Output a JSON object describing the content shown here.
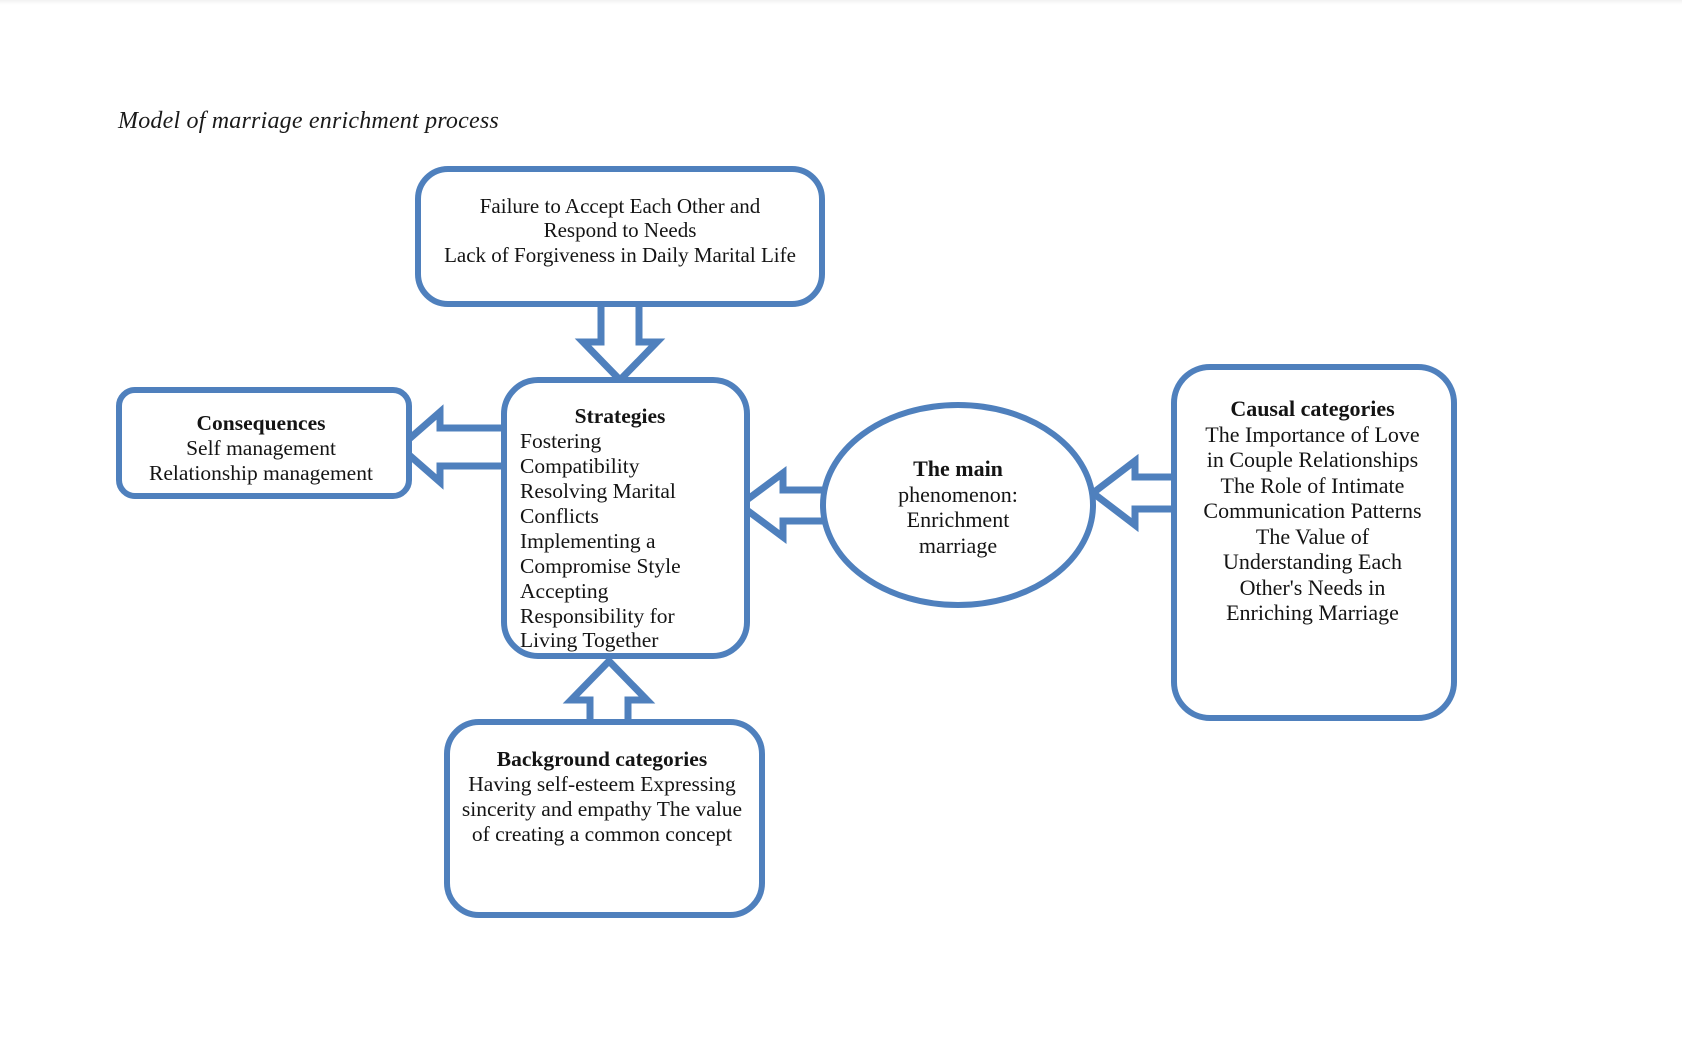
{
  "figure": {
    "caption": "Model of marriage enrichment process",
    "accent_color": "#4f80bd",
    "text_color": "#141414",
    "background_color": "#ffffff"
  },
  "nodes": {
    "intervening_conditions": {
      "id": "top-box",
      "shape": "rounded-rectangle",
      "title": "",
      "lines": [
        "Failure to Accept Each Other and",
        "Respond to Needs",
        "Lack of Forgiveness in Daily Marital Life"
      ]
    },
    "strategies": {
      "id": "strategies-box",
      "shape": "rounded-rectangle",
      "title": "Strategies",
      "lines": [
        "Fostering Compatibility",
        "Resolving Marital Conflicts",
        "Implementing a Compromise Style",
        "Accepting Responsibility for Living Together"
      ]
    },
    "consequences": {
      "id": "consequences-box",
      "shape": "rounded-rectangle",
      "title": "Consequences",
      "lines": [
        "Self management",
        "Relationship management"
      ]
    },
    "causal_categories": {
      "id": "causal-box",
      "shape": "rounded-rectangle",
      "title": "Causal categories",
      "lines": [
        "The Importance of Love in Couple Relationships",
        "The Role of Intimate Communication Patterns",
        "The Value of Understanding Each Other's Needs in Enriching Marriage"
      ]
    },
    "background_categories": {
      "id": "background-box",
      "shape": "rounded-rectangle",
      "title": "Background categories",
      "lines": [
        "Having self-esteem",
        "Expressing sincerity and empathy",
        "The value of creating a common concept"
      ]
    },
    "main_phenomenon": {
      "id": "phenomenon-ellipse",
      "shape": "ellipse",
      "title": "The main",
      "lines": [
        "phenomenon:",
        "Enrichment",
        "marriage"
      ]
    }
  },
  "arrows": [
    {
      "name": "top-to-strategies",
      "from": "intervening_conditions",
      "to": "strategies",
      "direction": "down",
      "style": "hollow-block"
    },
    {
      "name": "strategies-to-consequences",
      "from": "strategies",
      "to": "consequences",
      "direction": "left",
      "style": "hollow-block"
    },
    {
      "name": "phenomenon-to-strategies",
      "from": "main_phenomenon",
      "to": "strategies",
      "direction": "left",
      "style": "hollow-block"
    },
    {
      "name": "causal-to-phenomenon",
      "from": "causal_categories",
      "to": "main_phenomenon",
      "direction": "left",
      "style": "hollow-block"
    },
    {
      "name": "background-to-strategies",
      "from": "background_categories",
      "to": "strategies",
      "direction": "up",
      "style": "hollow-block"
    }
  ]
}
